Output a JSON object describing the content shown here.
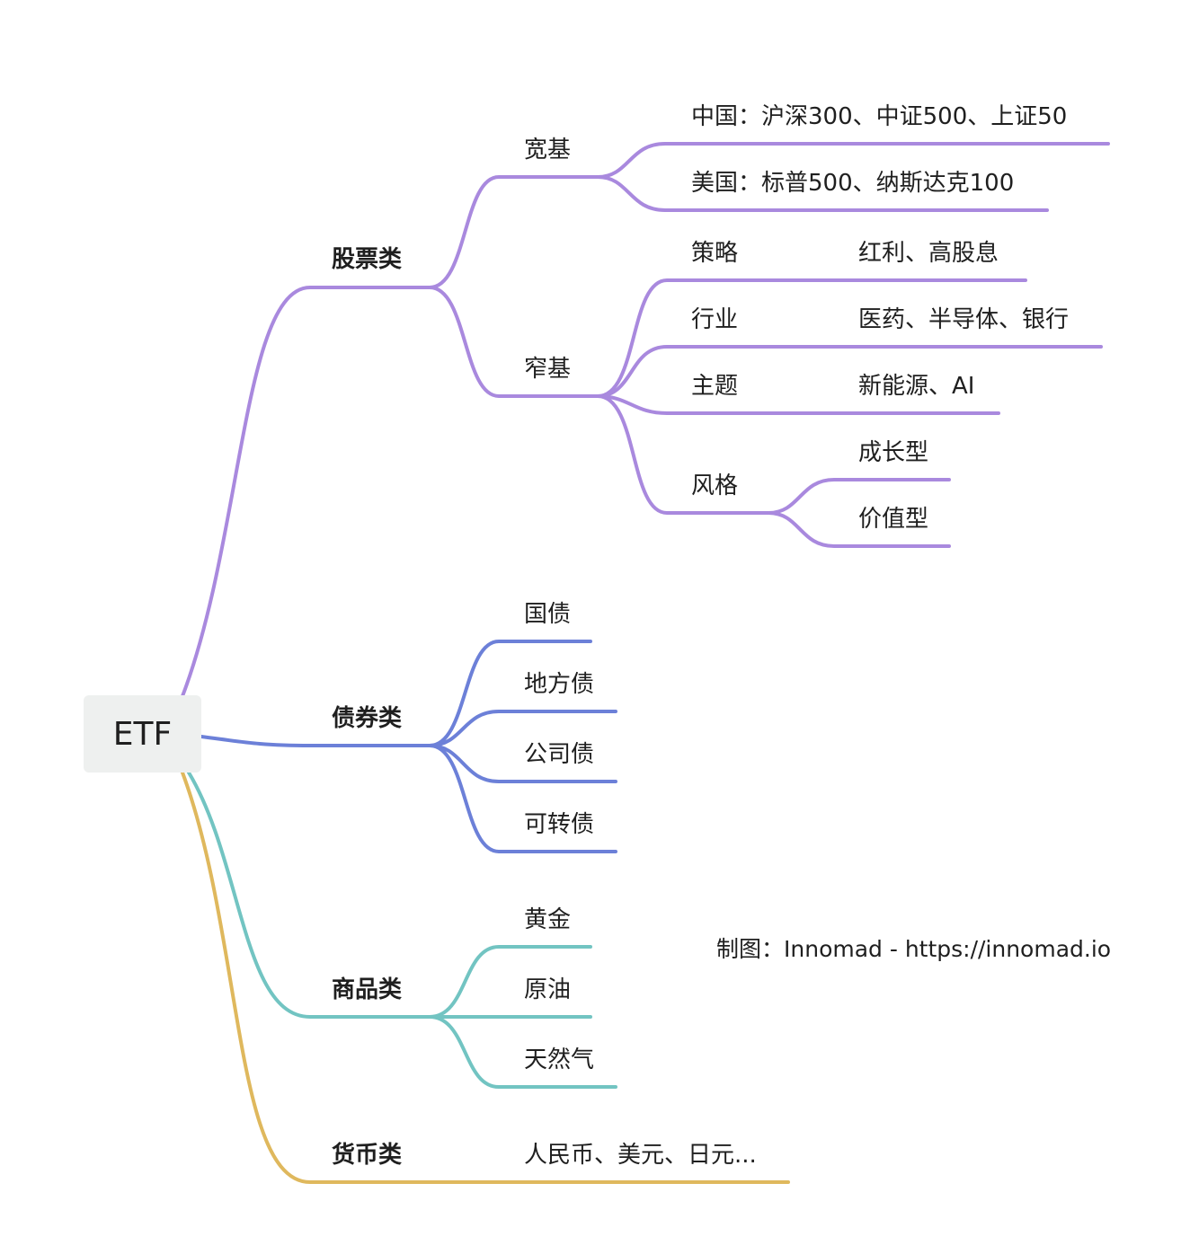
{
  "root": {
    "label": "ETF"
  },
  "colors": {
    "stocks": "#a989de",
    "bonds": "#6c80d8",
    "commodities": "#72c4c2",
    "currency": "#dfb85d"
  },
  "stocks": {
    "label": "股票类",
    "broad": {
      "label": "宽基",
      "china": "中国：沪深300、中证500、上证50",
      "usa": "美国：标普500、纳斯达克100"
    },
    "narrow": {
      "label": "窄基",
      "strategy": {
        "label": "策略",
        "value": "红利、高股息"
      },
      "industry": {
        "label": "行业",
        "value": "医药、半导体、银行"
      },
      "theme": {
        "label": "主题",
        "value": "新能源、AI"
      },
      "style": {
        "label": "风格",
        "growth": "成长型",
        "value_type": "价值型"
      }
    }
  },
  "bonds": {
    "label": "债券类",
    "items": [
      "国债",
      "地方债",
      "公司债",
      "可转债"
    ]
  },
  "commodities": {
    "label": "商品类",
    "items": [
      "黄金",
      "原油",
      "天然气"
    ]
  },
  "currency": {
    "label": "货币类",
    "value": "人民币、美元、日元..."
  },
  "credit": "制图：Innomad - https://innomad.io"
}
